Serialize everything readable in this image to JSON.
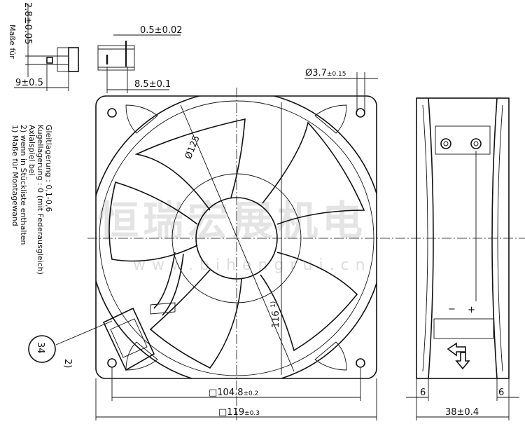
{
  "notes": {
    "header_partial": "Maße für",
    "lines": [
      "1) Maße für Montagewand",
      "2) wenn in Stückliste enthalten",
      "Axialspiel bei",
      "Kugellagerung : 0 (mit Federausgleich)",
      "Gleitlagerung : 0,1-0,6"
    ]
  },
  "dimensions": {
    "terminal_thickness": "2.8±0.05",
    "terminal_width": "0.5±0.02",
    "terminal_length": "9±0.5",
    "terminal_offset": "8.5±0.1",
    "hole_diameter": "Ø3.7",
    "hole_tolerance": "±0.15",
    "circle_diameter": "Ø125",
    "cutout": "116",
    "cutout_note": "1)",
    "hole_spacing": "□104.8",
    "hole_spacing_tol": "±0.2",
    "frame_size": "□119",
    "frame_size_tol": "±0.3",
    "flange_left": "6",
    "flange_right": "6",
    "depth": "38±0.4"
  },
  "callouts": {
    "item_number": "34",
    "item_note": "2)"
  },
  "polarity": {
    "minus": "−",
    "plus": "+"
  },
  "watermark": {
    "brand": "恒瑞宏展机电",
    "url": "www.bihengrui.cn"
  }
}
